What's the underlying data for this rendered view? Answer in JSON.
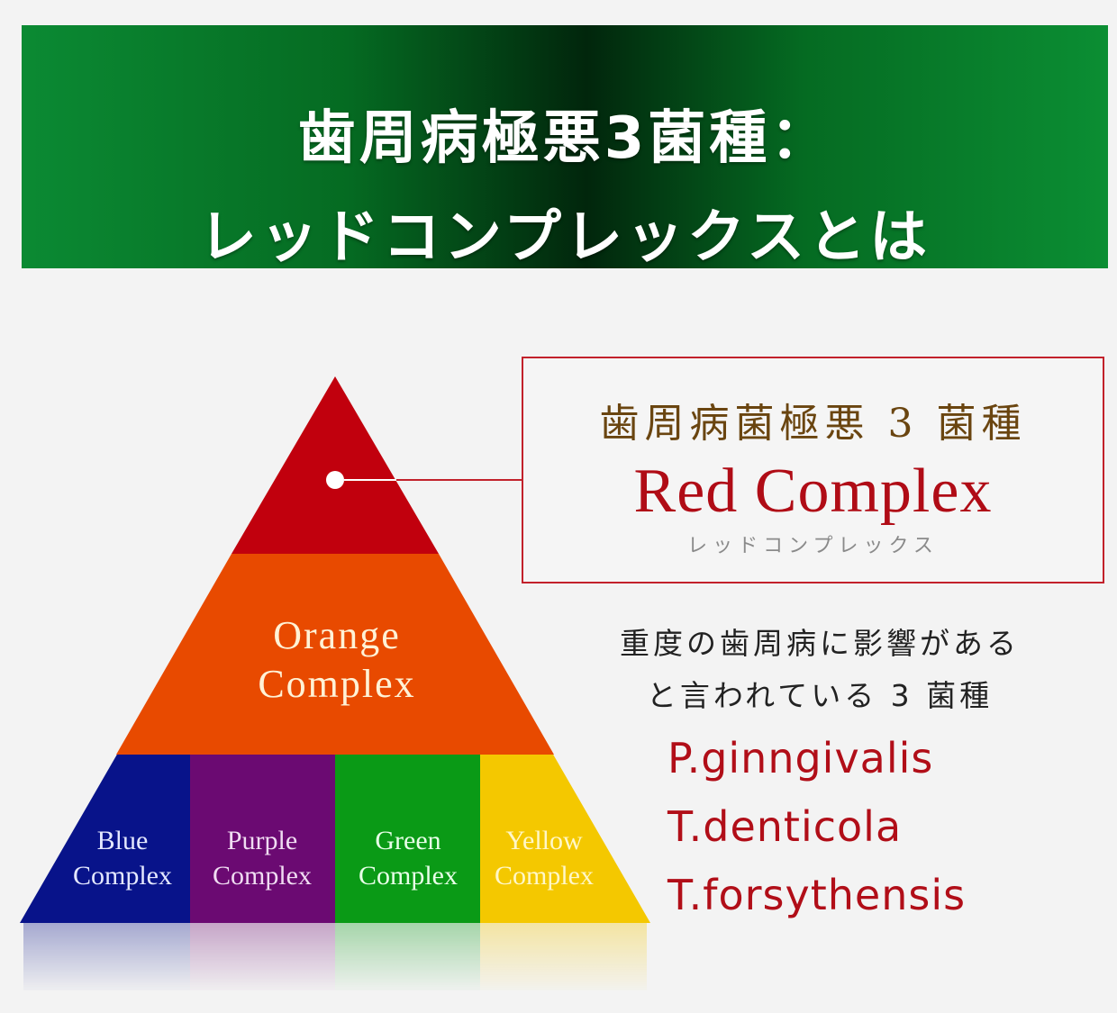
{
  "header": {
    "title_line1": "歯周病極悪3菌種：",
    "title_line2": "レッドコンプレックスとは"
  },
  "pyramid": {
    "top_label": "",
    "middle_label_line1": "Orange",
    "middle_label_line2": "Complex",
    "bottom": [
      {
        "line1": "Blue",
        "line2": "Complex",
        "color": "#08138a"
      },
      {
        "line1": "Purple",
        "line2": "Complex",
        "color": "#6b0a72"
      },
      {
        "line1": "Green",
        "line2": "Complex",
        "color": "#0a9a16"
      },
      {
        "line1": "Yellow",
        "line2": "Complex",
        "color": "#f4c800"
      }
    ],
    "colors": {
      "red": "#c1000d",
      "orange": "#e84a00"
    }
  },
  "callout": {
    "jp": "歯周病菌極悪 3 菌種",
    "en": "Red Complex",
    "kana": "レッドコンプレックス"
  },
  "description": {
    "line1": "重度の歯周病に影響がある",
    "line2": "と言われている 3 菌種"
  },
  "species": [
    "P.ginngivalis",
    "T.denticola",
    "T.forsythensis"
  ]
}
